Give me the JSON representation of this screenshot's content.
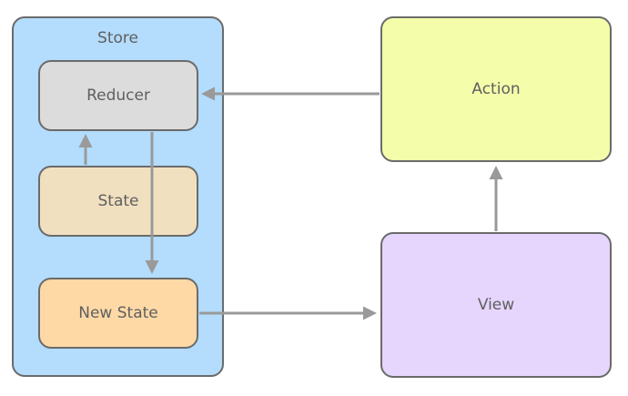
{
  "colors": {
    "store_fill": "#b3dcfd",
    "reducer_fill": "#dcdcdc",
    "state_fill": "#f1e0c0",
    "new_state_fill": "#fed9a6",
    "action_fill": "#f4fdaa",
    "view_fill": "#e6d5fc",
    "border": "#6b6b6b",
    "arrow": "#9a9a9a"
  },
  "nodes": {
    "store": "Store",
    "reducer": "Reducer",
    "state": "State",
    "new_state": "New State",
    "action": "Action",
    "view": "View"
  },
  "edges": [
    {
      "from": "action",
      "to": "reducer"
    },
    {
      "from": "state",
      "to": "reducer"
    },
    {
      "from": "reducer",
      "to": "new_state"
    },
    {
      "from": "new_state",
      "to": "view"
    },
    {
      "from": "view",
      "to": "action"
    }
  ]
}
